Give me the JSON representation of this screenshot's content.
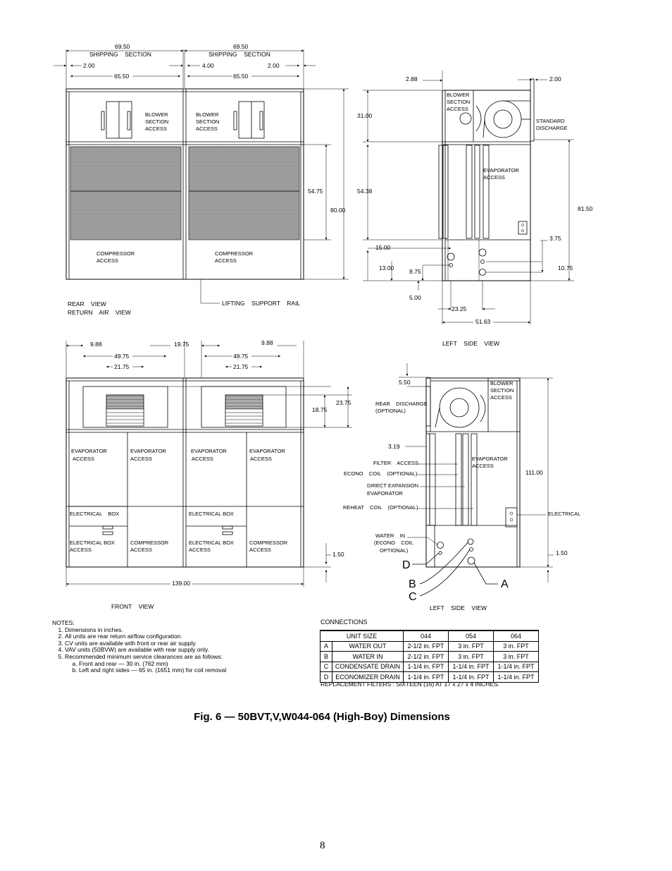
{
  "rear_view": {
    "shipping_label": "SHIPPING    SECTION",
    "dim_69_50": "69.50",
    "dim_2_00": "2.00",
    "dim_4_00": "4.00",
    "dim_65_50": "65.50",
    "dim_54_75": "54.75",
    "dim_80_00": "80.00",
    "blower_1": "BLOWER",
    "blower_2": "SECTION",
    "blower_3": "ACCESS",
    "compressor_1": "COMPRESSOR",
    "compressor_2": "ACCESS",
    "lifting_rail": "LIFTING    SUPPORT    RAIL",
    "title_1": "REAR    VIEW",
    "title_2": "RETURN    AIR    VIEW"
  },
  "left_side_top": {
    "dim_2_88": "2.88",
    "dim_2_00": "2.00",
    "dim_31_00": "31.00",
    "dim_54_38": "54.38",
    "dim_81_50": "81.50",
    "dim_15_00": "15.00",
    "dim_13_00": "13.00",
    "dim_8_75": "8.75",
    "dim_3_75": "3.75",
    "dim_10_75": "10.75",
    "dim_5_00": "5.00",
    "dim_23_25": "23.25",
    "dim_51_63": "51.63",
    "blower_1": "BLOWER",
    "blower_2": "SECTION",
    "blower_3": "ACCESS",
    "std_1": "STANDARD",
    "std_2": "DISCHARGE",
    "evap_1": "EVAPORATOR",
    "evap_2": "ACCESS",
    "title": "LEFT    SIDE    VIEW"
  },
  "front_view": {
    "dim_9_88": "9.88",
    "dim_19_75": "19.75",
    "dim_49_75": "49.75",
    "dim_21_75": "21.75",
    "dim_23_75": "23.75",
    "dim_18_75": "18.75",
    "dim_1_50": "1.50",
    "dim_139_00": "139.00",
    "evap_1": "EVAPORATOR",
    "evap_2": "ACCESS",
    "elec_box": "ELECTRICAL    BOX",
    "elec_box_b": "ELECTRICAL BOX",
    "elec_box_access_1": "ELECTRICAL BOX",
    "elec_box_access_2": "ACCESS",
    "compressor_1": "COMPRESSOR",
    "compressor_2": "ACCESS",
    "title": "FRONT    VIEW"
  },
  "left_side_bottom": {
    "dim_5_50": "5.50",
    "dim_3_19": "3.19",
    "dim_111_00": "111.00",
    "dim_1_50": "1.50",
    "rear_dis_1": "REAR    DISCHARGE",
    "rear_dis_2": "(OPTIONAL)",
    "blower_1": "BLOWER",
    "blower_2": "SECTION",
    "blower_3": "ACCESS",
    "filter_access": "FILTER    ACCESS",
    "econo_coil": "ECONO    COIL    (OPTIONAL)",
    "dx_1": "DIRECT EXPANSION",
    "dx_2": "EVAPORATOR",
    "reheat": "REHEAT    COIL    (OPTIONAL)",
    "evap_1": "EVAPORATOR",
    "evap_2": "ACCESS",
    "electrical": "ELECTRICAL",
    "water_1": "WATER    IN",
    "water_2": "(ECONO    COIL",
    "water_3": "OPTIONAL)",
    "letter_a": "A",
    "letter_b": "B",
    "letter_c": "C",
    "letter_d": "D",
    "title": "LEFT    SIDE    VIEW"
  },
  "notes": {
    "heading": "NOTES:",
    "items": [
      "Dimensions in inches.",
      "All units are rear return airflow configuration.",
      "CV units are available with front or rear air supply.",
      "VAV units (50BVW) are available with rear supply only.",
      "Recommended minimum service clearances are as follows:"
    ],
    "sub_items": [
      "Front and rear — 30 in. (762 mm)",
      "Left and right sides — 65 in. (1651 mm) for coil removal"
    ]
  },
  "connections": {
    "title": "CONNECTIONS",
    "header": [
      "UNIT SIZE",
      "044",
      "054",
      "064"
    ],
    "rows": [
      {
        "key": "A",
        "desc": "WATER OUT",
        "v044": "2-1/2 in. FPT",
        "v054": "3 in. FPT",
        "v064": "3 in. FPT"
      },
      {
        "key": "B",
        "desc": "WATER IN",
        "v044": "2-1/2 in. FPT",
        "v054": "3 in. FPT",
        "v064": "3 in. FPT"
      },
      {
        "key": "C",
        "desc": "CONDENSATE DRAIN",
        "v044": "1-1/4 in. FPT",
        "v054": "1-1/4 in. FPT",
        "v064": "1-1/4 in. FPT"
      },
      {
        "key": "D",
        "desc": "ECONOMIZER DRAIN",
        "v044": "1-1/4 in. FPT",
        "v054": "1-1/4 in. FPT",
        "v064": "1-1/4 in. FPT"
      }
    ],
    "replacement": "REPLACEMENT FILTERS : SIXTEEN (16) AT 17 x 27 x 4 INCHES."
  },
  "caption": "Fig. 6 — 50BVT,V,W044-064 (High-Boy) Dimensions",
  "page_number": "8"
}
